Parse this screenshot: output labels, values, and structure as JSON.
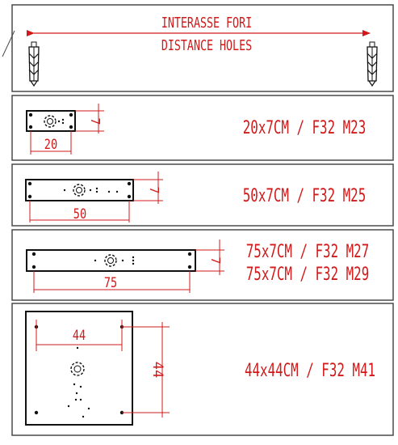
{
  "header": {
    "title_line1": "INTERASSE FORI",
    "title_line2": "DISTANCE HOLES",
    "icons": [
      "wall-anchor-icon",
      "wall-anchor-icon"
    ]
  },
  "colors": {
    "frame": "#4a4a4a",
    "red": "#d21919",
    "black": "#111111",
    "background": "#ffffff"
  },
  "rows": [
    {
      "dimension": "20",
      "height_dim": "7",
      "label_lines": [
        "20x7CM / F32 M23"
      ]
    },
    {
      "dimension": "50",
      "height_dim": "7",
      "label_lines": [
        "50x7CM / F32 M25"
      ]
    },
    {
      "dimension": "75",
      "height_dim": "7",
      "label_lines": [
        "75x7CM / F32 M27",
        "75x7CM / F32 M29"
      ]
    },
    {
      "dimension": "44",
      "height_dim": "44",
      "label_lines": [
        "44x44CM / F32 M41"
      ]
    }
  ]
}
